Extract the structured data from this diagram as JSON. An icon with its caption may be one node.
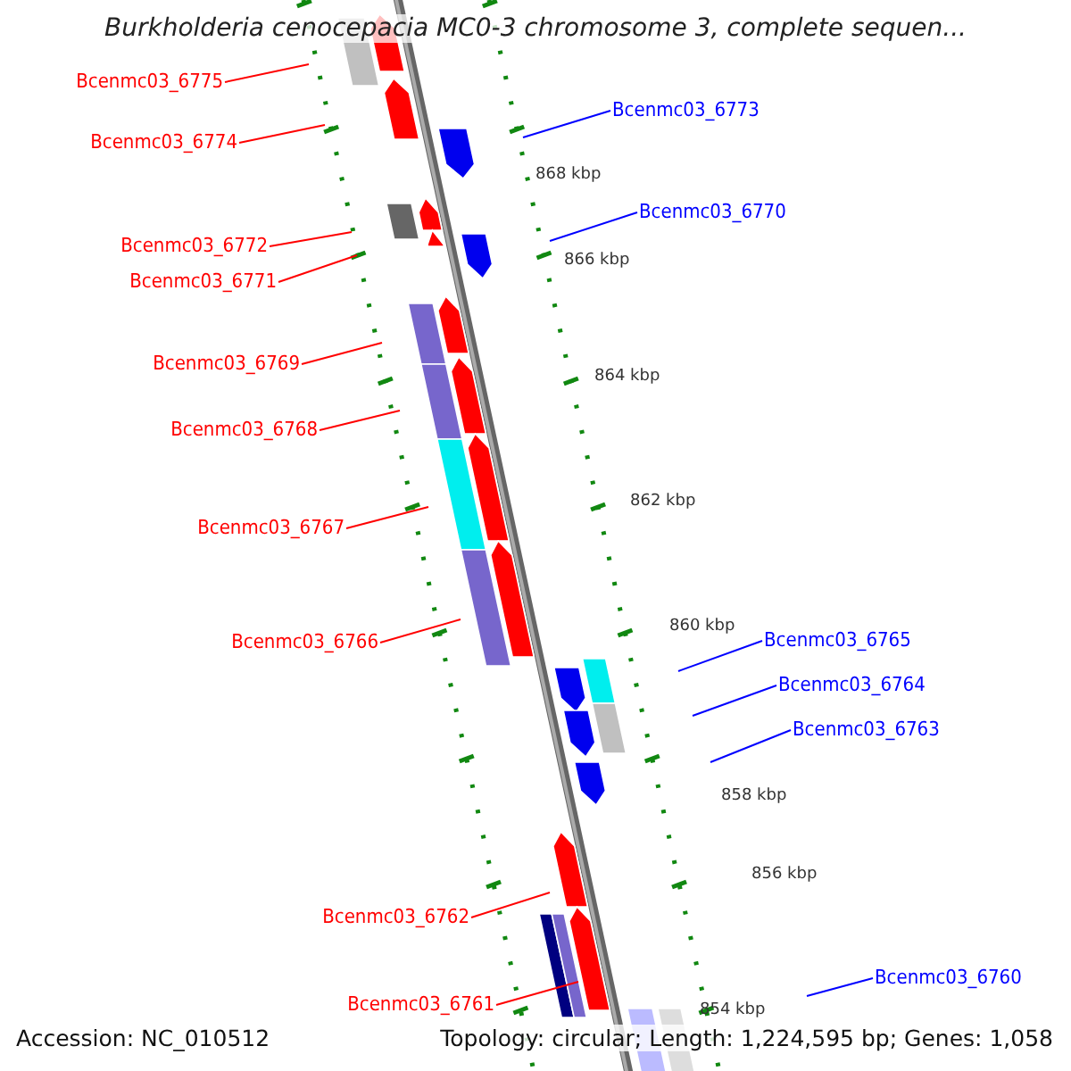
{
  "diagram": {
    "title": "Burkholderia cenocepacia MC0-3 chromosome 3, complete sequen...",
    "nodes": [
      {
        "text": [
          "Bcenmc03_6775"
        ]
      },
      {
        "text": [
          "Bcenmc03_6773"
        ]
      },
      {
        "text": [
          "Bcenmc03_6774"
        ]
      },
      {
        "text": [
          "Bcenmc03_6770"
        ]
      },
      {
        "text": [
          "Bcenmc03_6772"
        ]
      },
      {
        "text": [
          "Bcenmc03_6771"
        ]
      },
      {
        "text": [
          "Bcenmc03_6769"
        ]
      },
      {
        "text": [
          "Bcenmc03_6768"
        ]
      },
      {
        "text": [
          "Bcenmc03_6767"
        ]
      },
      {
        "text": [
          "Bcenmc03_6765"
        ]
      },
      {
        "text": [
          "Bcenmc03_6766"
        ]
      },
      {
        "text": [
          "Bcenmc03_6764"
        ]
      },
      {
        "text": [
          "Bcenmc03_6763"
        ]
      },
      {
        "text": [
          "Bcenmc03_6762"
        ]
      },
      {
        "text": [
          "Bcenmc03_6760"
        ]
      },
      {
        "text": [
          "Bcenmc03_6761"
        ]
      }
    ],
    "edges": [
      {
        "from": 0,
        "to": null,
        "arrow": "none"
      },
      {
        "from": 1,
        "to": null,
        "arrow": "none",
        "color": "#0000ff"
      },
      {
        "from": 2,
        "to": null,
        "arrow": "none"
      },
      {
        "from": 3,
        "to": null,
        "arrow": "none",
        "color": "#0000ff"
      },
      {
        "from": 4,
        "to": null,
        "arrow": "none"
      },
      {
        "from": 5,
        "to": null,
        "arrow": "none"
      },
      {
        "from": 6,
        "to": null,
        "arrow": "none"
      },
      {
        "from": 7,
        "to": null,
        "arrow": "none"
      },
      {
        "from": 8,
        "to": null,
        "arrow": "none"
      },
      {
        "from": 9,
        "to": null,
        "arrow": "none",
        "color": "#0000ff"
      },
      {
        "from": 10,
        "to": null,
        "arrow": "none"
      },
      {
        "from": 11,
        "to": null,
        "arrow": "none",
        "color": "#0000ff"
      },
      {
        "from": 12,
        "to": null,
        "arrow": "none",
        "color": "#0000ff"
      },
      {
        "from": 13,
        "to": null,
        "arrow": "none"
      },
      {
        "from": 14,
        "to": null,
        "arrow": "none",
        "color": "#0000ff"
      },
      {
        "from": 15,
        "to": null,
        "arrow": "none"
      }
    ],
    "labels": [
      "868 kbp",
      "866 kbp",
      "864 kbp",
      "862 kbp",
      "860 kbp",
      "858 kbp",
      "856 kbp",
      "854 kbp",
      "Accession: NC_010512",
      "Topology: circular; Length: 1,224,595 bp; Genes: 1,058"
    ]
  }
}
